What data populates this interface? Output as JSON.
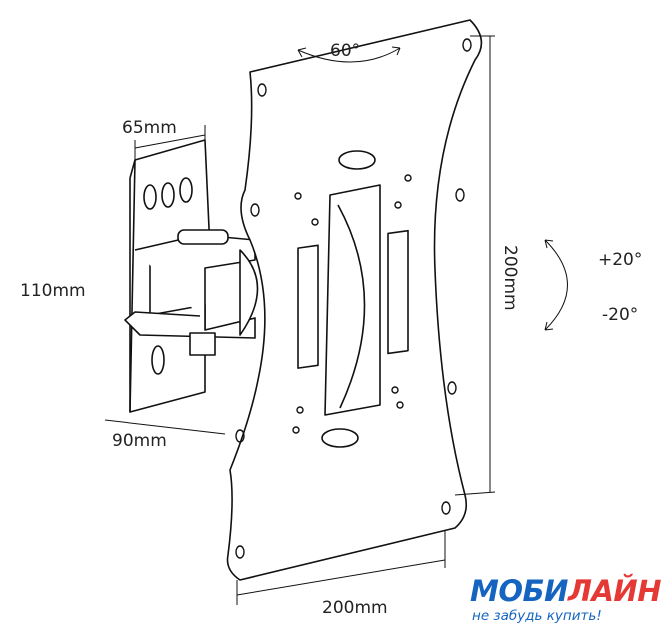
{
  "dimensions": {
    "rotation_angle": "60°",
    "tilt_up": "+20°",
    "tilt_down": "-20°",
    "plate_height": "200mm",
    "plate_width": "200mm",
    "bracket_width": "65mm",
    "bracket_height": "110mm",
    "arm_depth": "90mm"
  },
  "logo": {
    "brand_part1": "МОБИ",
    "brand_part2": "ЛАЙН",
    "tagline": "не забудь купить!",
    "colors": {
      "blue": "#1565c0",
      "red": "#e53935"
    }
  }
}
